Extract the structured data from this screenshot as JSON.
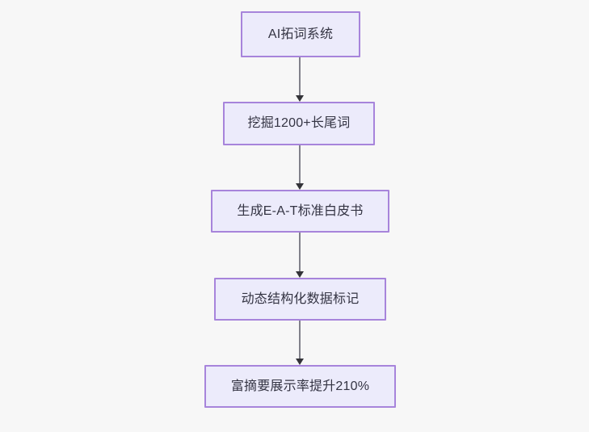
{
  "diagram": {
    "type": "flowchart",
    "orientation": "top-to-bottom",
    "background_color": "#f7f7f7",
    "node_fill_color": "#ecebfb",
    "node_border_color": "#a784db",
    "node_text_color": "#343443",
    "edge_line_color": "#81818b",
    "edge_arrow_color": "#333338",
    "nodes": [
      {
        "id": "n1",
        "label": "AI拓词系统"
      },
      {
        "id": "n2",
        "label": "挖掘1200+长尾词"
      },
      {
        "id": "n3",
        "label": "生成E-A-T标准白皮书"
      },
      {
        "id": "n4",
        "label": "动态结构化数据标记"
      },
      {
        "id": "n5",
        "label": "富摘要展示率提升210%"
      }
    ],
    "edges": [
      {
        "from": "n1",
        "to": "n2"
      },
      {
        "from": "n2",
        "to": "n3"
      },
      {
        "from": "n3",
        "to": "n4"
      },
      {
        "from": "n4",
        "to": "n5"
      }
    ]
  }
}
